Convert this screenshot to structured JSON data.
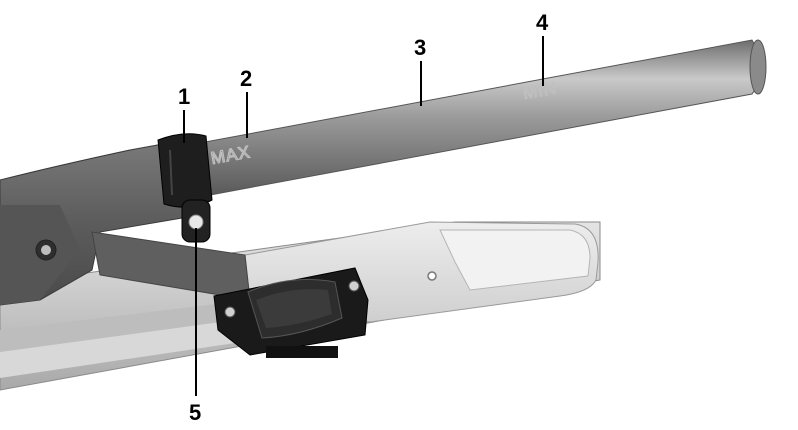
{
  "figure": {
    "engravings": {
      "max": "MAX",
      "min": "MIN"
    },
    "callouts": [
      {
        "id": "1",
        "label": "1"
      },
      {
        "id": "2",
        "label": "2"
      },
      {
        "id": "3",
        "label": "3"
      },
      {
        "id": "4",
        "label": "4"
      },
      {
        "id": "5",
        "label": "5"
      }
    ]
  }
}
